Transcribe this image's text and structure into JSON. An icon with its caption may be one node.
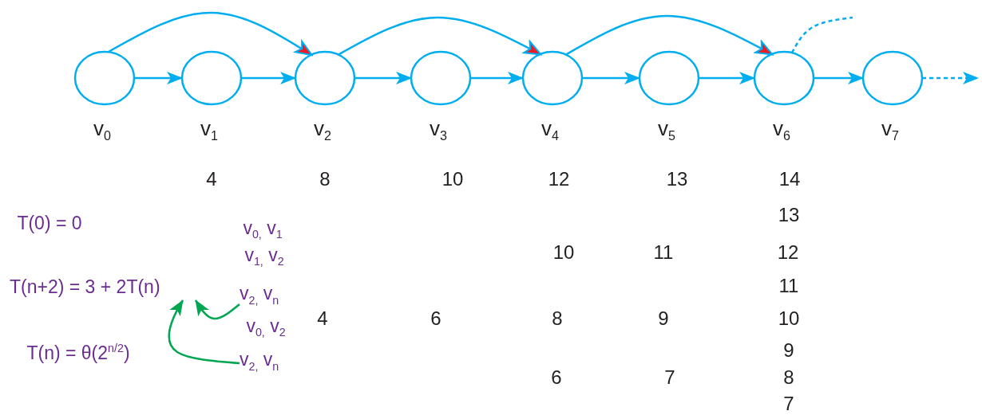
{
  "diagram": {
    "nodes": [
      {
        "text": [],
        "shape": "circle",
        "beside": [
          "v$_{0}$"
        ]
      },
      {
        "text": [],
        "shape": "circle",
        "beside": [
          "v$_{1}$"
        ]
      },
      {
        "text": [],
        "shape": "circle",
        "beside": [
          "v$_{2}$"
        ]
      },
      {
        "text": [],
        "shape": "circle",
        "beside": [
          "v$_{3}$"
        ]
      },
      {
        "text": [],
        "shape": "circle",
        "beside": [
          "v$_{4}$"
        ]
      },
      {
        "text": [],
        "shape": "circle",
        "beside": [
          "v$_{5}$"
        ]
      },
      {
        "text": [],
        "shape": "circle",
        "beside": [
          "v$_{6}$"
        ]
      },
      {
        "text": [],
        "shape": "circle",
        "beside": [
          "v$_{7}$"
        ]
      },
      {
        "text": [
          "T(n+2) = 3 + 2T(n)"
        ]
      },
      {
        "text": [
          "v$_{2,}$ v$_{n}$"
        ]
      },
      {
        "text": [
          "v$_{2,}$ v$_{n}$"
        ]
      }
    ],
    "edges": [
      {
        "from": 0,
        "to": 1,
        "arrow": "to"
      },
      {
        "from": 1,
        "to": 2,
        "arrow": "to"
      },
      {
        "from": 2,
        "to": 3,
        "arrow": "to"
      },
      {
        "from": 3,
        "to": 4,
        "arrow": "to"
      },
      {
        "from": 4,
        "to": 5,
        "arrow": "to"
      },
      {
        "from": 5,
        "to": 6,
        "arrow": "to"
      },
      {
        "from": 6,
        "to": 7,
        "arrow": "to"
      },
      {
        "from": 7,
        "to": null,
        "arrow": "to",
        "style": "dashed"
      },
      {
        "from": 0,
        "to": 2,
        "arrow": "to"
      },
      {
        "from": 2,
        "to": 4,
        "arrow": "to"
      },
      {
        "from": 4,
        "to": 6,
        "arrow": "to"
      },
      {
        "from": 6,
        "to": null,
        "arrow": "none",
        "style": "dashed"
      },
      {
        "from": 9,
        "to": 8,
        "arrow": "to",
        "color": "#00a651"
      },
      {
        "from": 10,
        "to": 8,
        "arrow": "to",
        "color": "#00a651"
      }
    ],
    "labels": [
      "4",
      "8",
      "10",
      "12",
      "13",
      "14",
      "T(0) = 0",
      "v$_{0,}$ v$_{1}$",
      "13",
      "v$_{1,}$ v$_{2}$",
      "10",
      "11",
      "12",
      "11",
      "4",
      "6",
      "8",
      "9",
      "10",
      "v$_{0,}$ v$_{2}$",
      "T(n) = θ(2$^{n/2}$)",
      "9",
      "6",
      "7",
      "8",
      "7"
    ]
  }
}
